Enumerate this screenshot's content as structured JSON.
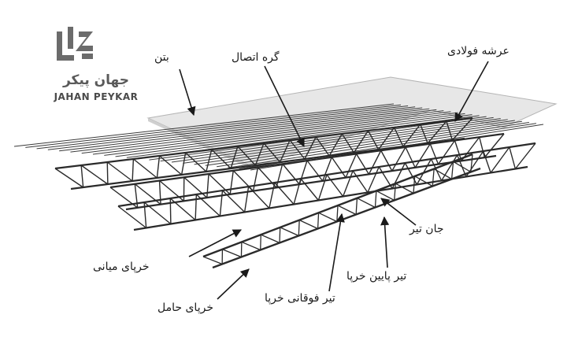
{
  "brand": {
    "name_fa": "جهان پیکر",
    "name_en": "JAHAN PEYKAR"
  },
  "labels": {
    "concrete": "بتن",
    "joint_node": "گره اتصال",
    "steel_deck": "عرشه فولادی",
    "beam_web": "جان تیر",
    "bottom_chord": "تیر پایین خرپا",
    "top_chord": "تیر فوقانی خرپا",
    "middle_truss": "خرپای میانی",
    "bearing_truss": "خرپای حامل"
  },
  "colors": {
    "ink": "#1a1a1a",
    "steel": "#2a2a2a",
    "concrete": "#e6e6e6",
    "logo": "#5a5a5a"
  }
}
